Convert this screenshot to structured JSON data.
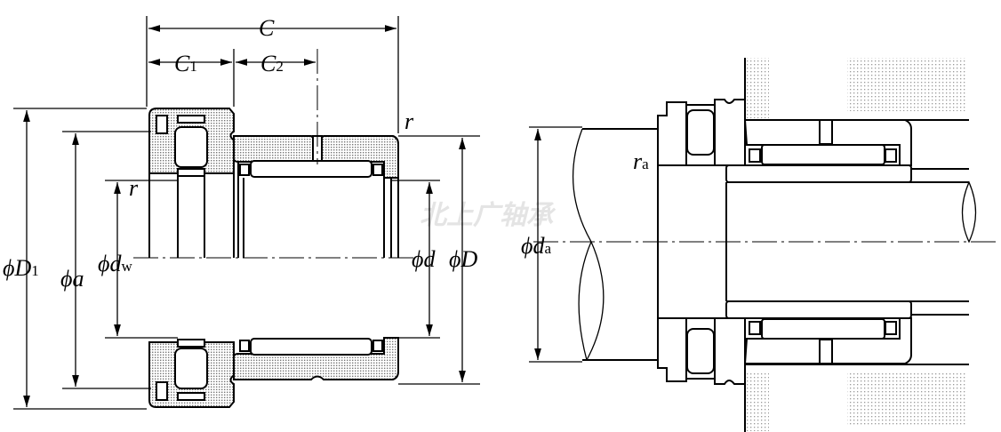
{
  "watermark": "北上广轴承",
  "left_view": {
    "dim_C": "C",
    "dim_C1": "C",
    "dim_C1_sub": "1",
    "dim_C2": "C",
    "dim_C2_sub": "2",
    "r_top": "r",
    "r_left": "r",
    "phi_D1": "ϕD",
    "phi_D1_sub": "1",
    "phi_a": "ϕa",
    "phi_dw": "ϕd",
    "phi_dw_sub": "w",
    "phi_d": "ϕd",
    "phi_D": "ϕD"
  },
  "right_view": {
    "r_a": "r",
    "r_a_sub": "a",
    "phi_da": "ϕd",
    "phi_da_sub": "a"
  }
}
